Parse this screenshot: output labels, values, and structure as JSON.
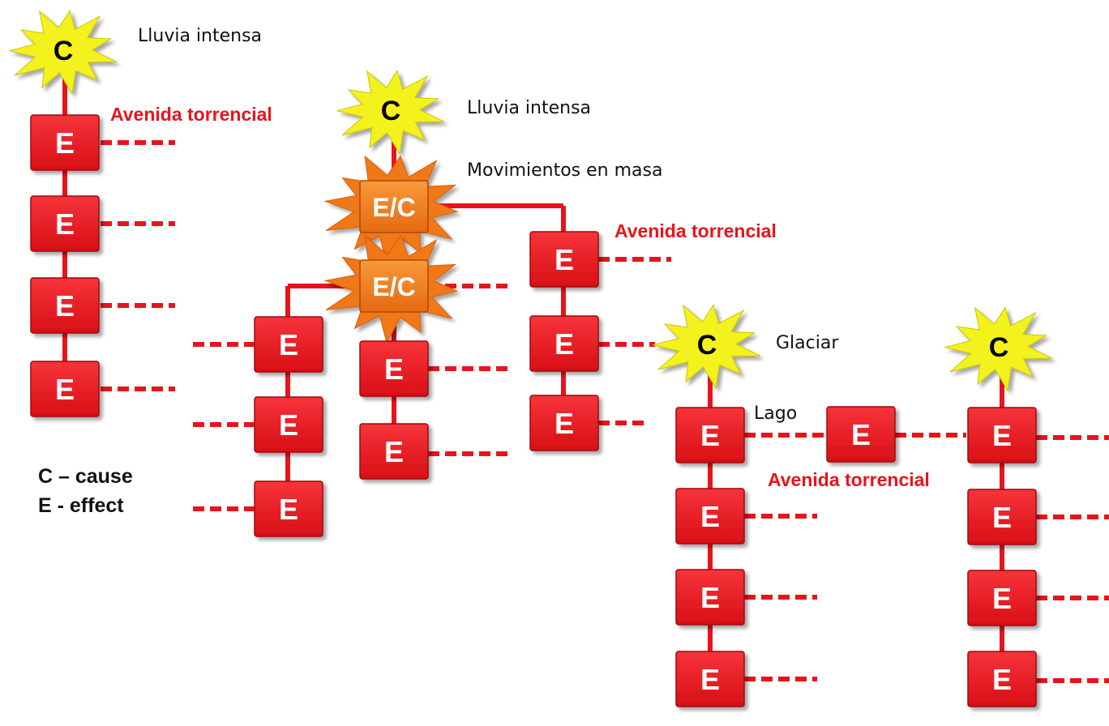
{
  "labels": {
    "lluvia_1": "Lluvia intensa",
    "avenida_1": "Avenida torrencial",
    "lluvia_2": "Lluvia intensa",
    "movimientos": "Movimientos en masa",
    "avenida_2": "Avenida torrencial",
    "glaciar": "Glaciar",
    "lago": "Lago",
    "avenida_3": "Avenida torrencial"
  },
  "legend": {
    "cause": "C – cause",
    "effect": "E - effect"
  },
  "node_text": {
    "cause": "C",
    "effect": "E",
    "effect_cause": "E/C"
  },
  "colors": {
    "effect_box": "#e8141b",
    "effect_cause_box": "#f07818",
    "cause_star": "#f4f21e",
    "connector": "#e8141b",
    "highlight_label": "#e8141b"
  }
}
